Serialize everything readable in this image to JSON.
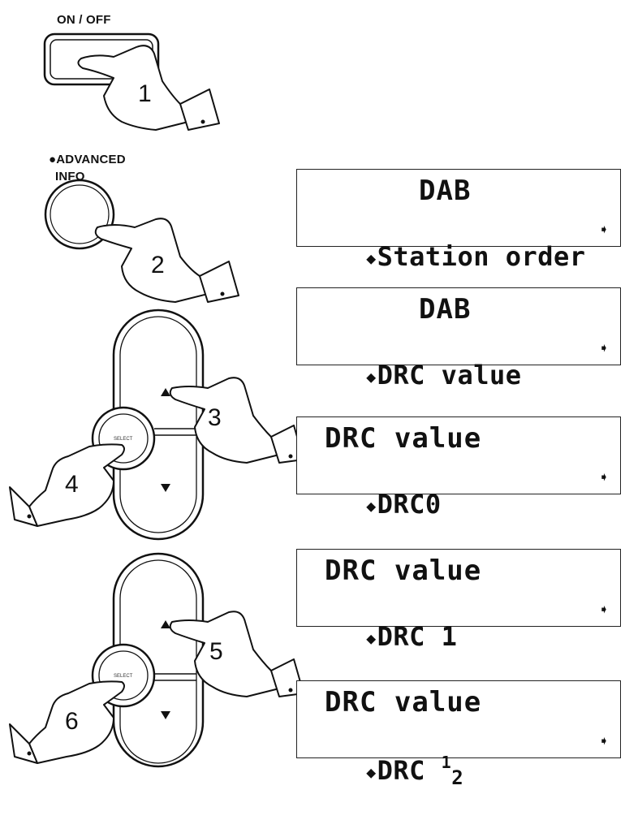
{
  "labels": {
    "on_off": "ON / OFF",
    "advanced_line1": "ADVANCED",
    "advanced_line2": "INFO",
    "select": "SELECT"
  },
  "step_numbers": [
    "1",
    "2",
    "3",
    "4",
    "5",
    "6"
  ],
  "displays": [
    {
      "line1": "DAB",
      "line2": "Station order"
    },
    {
      "line1": "DAB",
      "line2": "DRC value"
    },
    {
      "line1": "DRC value",
      "line2": "DRC0"
    },
    {
      "line1": "DRC value",
      "line2": "DRC 1"
    },
    {
      "line1": "DRC value",
      "line2": "DRC ",
      "line2_frac_num": "1",
      "line2_frac_den": "2"
    }
  ],
  "icons": {
    "left_arrow": "◆",
    "right_arrow": "➧"
  }
}
